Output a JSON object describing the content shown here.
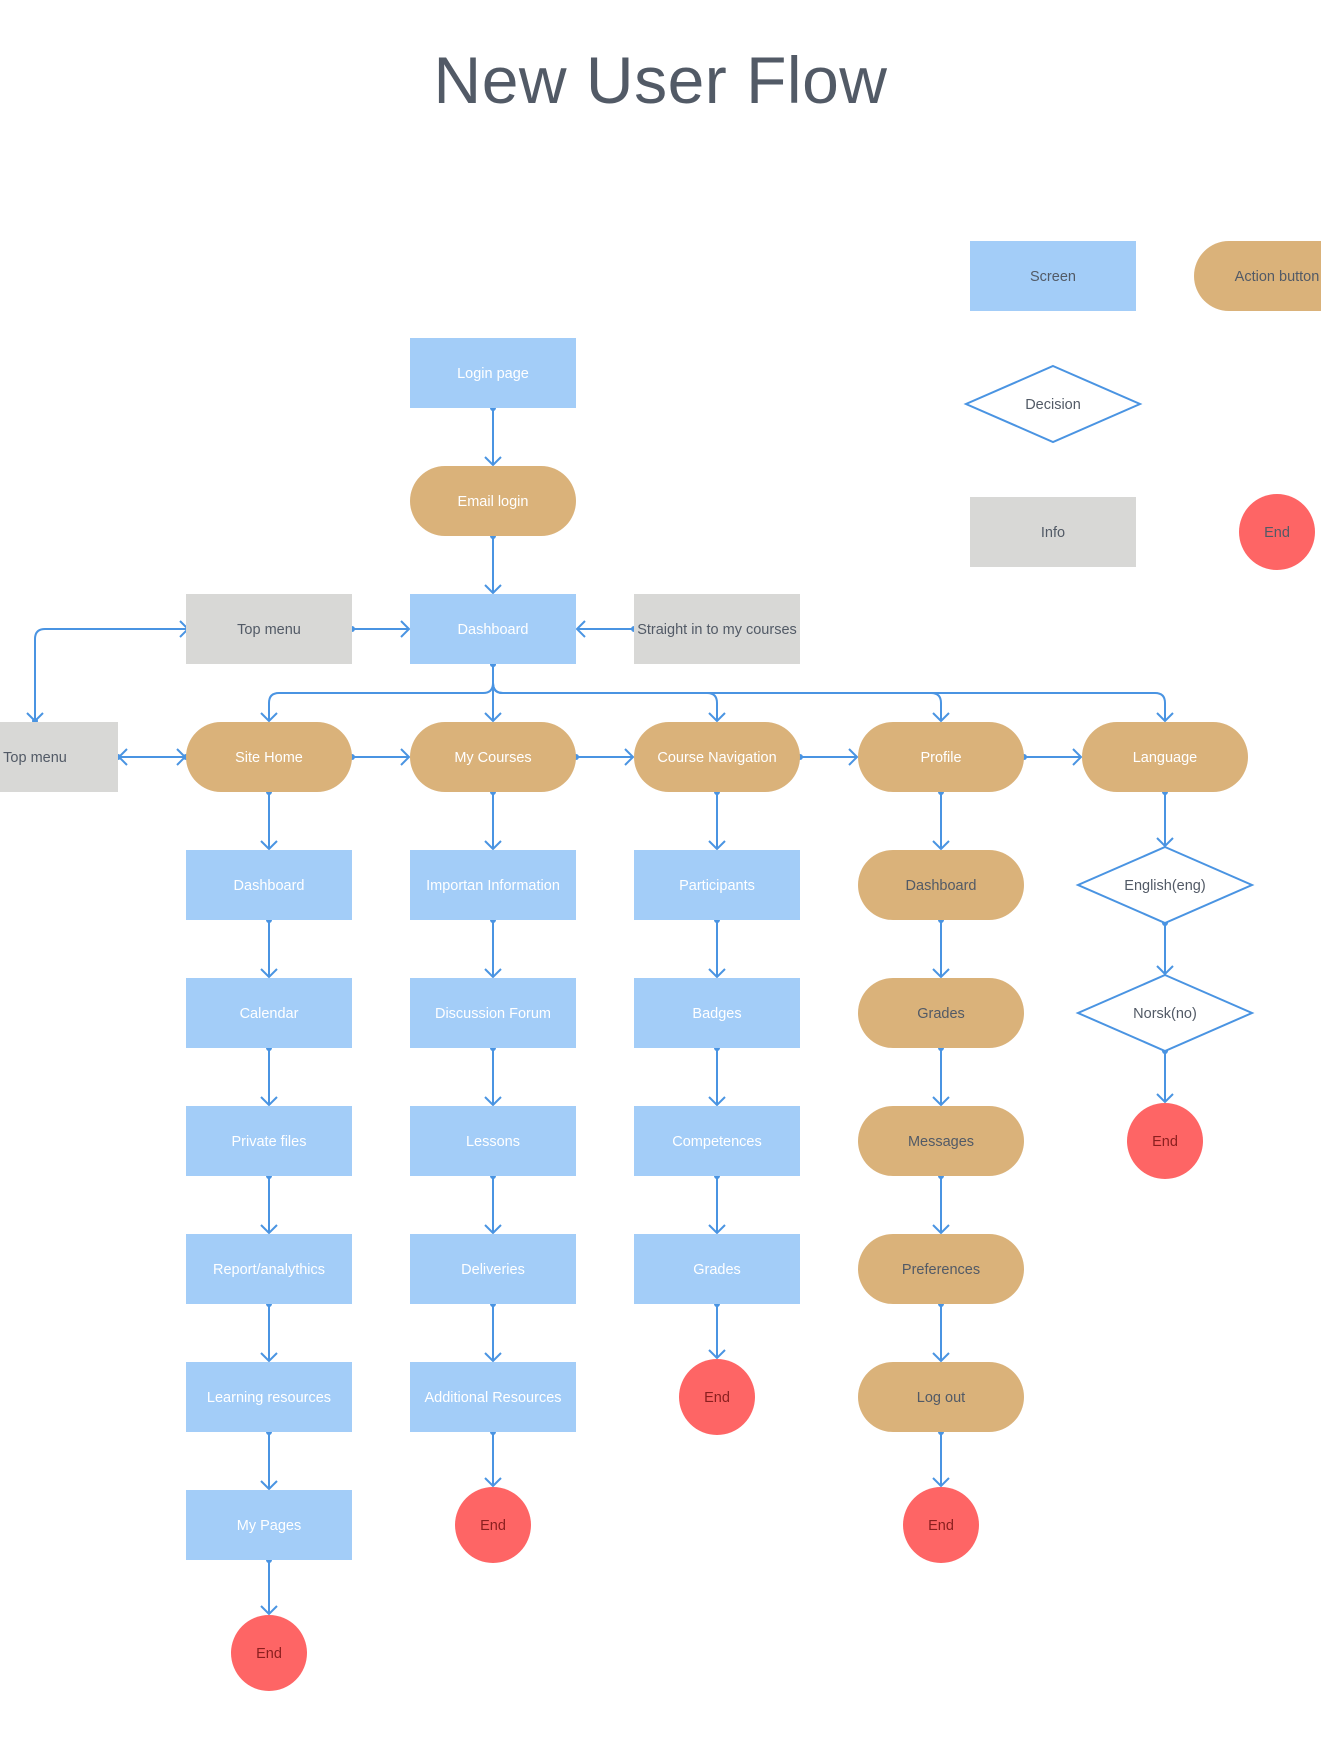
{
  "title": "New User Flow",
  "colors": {
    "screen": "#a3cdf8",
    "action": "#dab27a",
    "info": "#d8d8d6",
    "end": "#fe6565",
    "decision_stroke": "#4a94e2",
    "connector": "#4a94e2",
    "screen_text": "#ffffff",
    "legend_text": "#525a66",
    "end_text": "#8a1f1f"
  },
  "legend": [
    {
      "id": "legend-screen",
      "type": "screen",
      "label": "Screen"
    },
    {
      "id": "legend-action",
      "type": "action",
      "label": "Action button"
    },
    {
      "id": "legend-decision",
      "type": "decision",
      "label": "Decision"
    },
    {
      "id": "legend-info",
      "type": "info",
      "label": "Info"
    },
    {
      "id": "legend-end",
      "type": "end",
      "label": "End"
    }
  ],
  "nodes": [
    {
      "id": "login-page",
      "type": "screen",
      "label": "Login page"
    },
    {
      "id": "email-login",
      "type": "action",
      "label": "Email login"
    },
    {
      "id": "dashboard-main",
      "type": "screen",
      "label": "Dashboard"
    },
    {
      "id": "top-menu-info",
      "type": "info",
      "label": "Top menu"
    },
    {
      "id": "straight-courses",
      "type": "info",
      "label": "Straight in to my courses"
    },
    {
      "id": "top-menu-left",
      "type": "info",
      "label": "Top menu"
    },
    {
      "id": "site-home",
      "type": "action",
      "label": "Site Home"
    },
    {
      "id": "my-courses",
      "type": "action",
      "label": "My Courses"
    },
    {
      "id": "course-navigation",
      "type": "action",
      "label": "Course Navigation"
    },
    {
      "id": "profile",
      "type": "action",
      "label": "Profile"
    },
    {
      "id": "language",
      "type": "action",
      "label": "Language"
    },
    {
      "id": "sh-dashboard",
      "type": "screen",
      "label": "Dashboard"
    },
    {
      "id": "sh-calendar",
      "type": "screen",
      "label": "Calendar"
    },
    {
      "id": "sh-private-files",
      "type": "screen",
      "label": "Private files"
    },
    {
      "id": "sh-report",
      "type": "screen",
      "label": "Report/analythics"
    },
    {
      "id": "sh-learning",
      "type": "screen",
      "label": "Learning resources"
    },
    {
      "id": "sh-my-pages",
      "type": "screen",
      "label": "My Pages"
    },
    {
      "id": "sh-end",
      "type": "end",
      "label": "End"
    },
    {
      "id": "mc-important",
      "type": "screen",
      "label": "Importan Information"
    },
    {
      "id": "mc-forum",
      "type": "screen",
      "label": "Discussion Forum"
    },
    {
      "id": "mc-lessons",
      "type": "screen",
      "label": "Lessons"
    },
    {
      "id": "mc-deliveries",
      "type": "screen",
      "label": "Deliveries"
    },
    {
      "id": "mc-additional",
      "type": "screen",
      "label": "Additional Resources"
    },
    {
      "id": "mc-end",
      "type": "end",
      "label": "End"
    },
    {
      "id": "cn-participants",
      "type": "screen",
      "label": "Participants"
    },
    {
      "id": "cn-badges",
      "type": "screen",
      "label": "Badges"
    },
    {
      "id": "cn-competences",
      "type": "screen",
      "label": "Competences"
    },
    {
      "id": "cn-grades",
      "type": "screen",
      "label": "Grades"
    },
    {
      "id": "cn-end",
      "type": "end",
      "label": "End"
    },
    {
      "id": "pr-dashboard",
      "type": "action",
      "label": "Dashboard"
    },
    {
      "id": "pr-grades",
      "type": "action",
      "label": "Grades"
    },
    {
      "id": "pr-messages",
      "type": "action",
      "label": "Messages"
    },
    {
      "id": "pr-preferences",
      "type": "action",
      "label": "Preferences"
    },
    {
      "id": "pr-logout",
      "type": "action",
      "label": "Log out"
    },
    {
      "id": "pr-end",
      "type": "end",
      "label": "End"
    },
    {
      "id": "lang-english",
      "type": "decision",
      "label": "English(eng)"
    },
    {
      "id": "lang-norsk",
      "type": "decision",
      "label": "Norsk(no)"
    },
    {
      "id": "lang-end",
      "type": "end",
      "label": "End"
    }
  ],
  "edges": [
    {
      "from": "login-page",
      "to": "email-login"
    },
    {
      "from": "email-login",
      "to": "dashboard-main"
    },
    {
      "from": "top-menu-info",
      "to": "dashboard-main"
    },
    {
      "from": "straight-courses",
      "to": "dashboard-main"
    },
    {
      "from": "top-menu-info",
      "to": "top-menu-left"
    },
    {
      "from": "dashboard-main",
      "to": "site-home"
    },
    {
      "from": "dashboard-main",
      "to": "my-courses"
    },
    {
      "from": "dashboard-main",
      "to": "course-navigation"
    },
    {
      "from": "dashboard-main",
      "to": "profile"
    },
    {
      "from": "dashboard-main",
      "to": "language"
    },
    {
      "from": "site-home",
      "to": "top-menu-left"
    },
    {
      "from": "top-menu-left",
      "to": "site-home"
    },
    {
      "from": "site-home",
      "to": "my-courses"
    },
    {
      "from": "my-courses",
      "to": "course-navigation"
    },
    {
      "from": "course-navigation",
      "to": "profile"
    },
    {
      "from": "profile",
      "to": "language"
    },
    {
      "from": "site-home",
      "to": "sh-dashboard"
    },
    {
      "from": "sh-dashboard",
      "to": "sh-calendar"
    },
    {
      "from": "sh-calendar",
      "to": "sh-private-files"
    },
    {
      "from": "sh-private-files",
      "to": "sh-report"
    },
    {
      "from": "sh-report",
      "to": "sh-learning"
    },
    {
      "from": "sh-learning",
      "to": "sh-my-pages"
    },
    {
      "from": "sh-my-pages",
      "to": "sh-end"
    },
    {
      "from": "my-courses",
      "to": "mc-important"
    },
    {
      "from": "mc-important",
      "to": "mc-forum"
    },
    {
      "from": "mc-forum",
      "to": "mc-lessons"
    },
    {
      "from": "mc-lessons",
      "to": "mc-deliveries"
    },
    {
      "from": "mc-deliveries",
      "to": "mc-additional"
    },
    {
      "from": "mc-additional",
      "to": "mc-end"
    },
    {
      "from": "course-navigation",
      "to": "cn-participants"
    },
    {
      "from": "cn-participants",
      "to": "cn-badges"
    },
    {
      "from": "cn-badges",
      "to": "cn-competences"
    },
    {
      "from": "cn-competences",
      "to": "cn-grades"
    },
    {
      "from": "cn-grades",
      "to": "cn-end"
    },
    {
      "from": "profile",
      "to": "pr-dashboard"
    },
    {
      "from": "pr-dashboard",
      "to": "pr-grades"
    },
    {
      "from": "pr-grades",
      "to": "pr-messages"
    },
    {
      "from": "pr-messages",
      "to": "pr-preferences"
    },
    {
      "from": "pr-preferences",
      "to": "pr-logout"
    },
    {
      "from": "pr-logout",
      "to": "pr-end"
    },
    {
      "from": "language",
      "to": "lang-english"
    },
    {
      "from": "lang-english",
      "to": "lang-norsk"
    },
    {
      "from": "lang-norsk",
      "to": "lang-end"
    }
  ]
}
